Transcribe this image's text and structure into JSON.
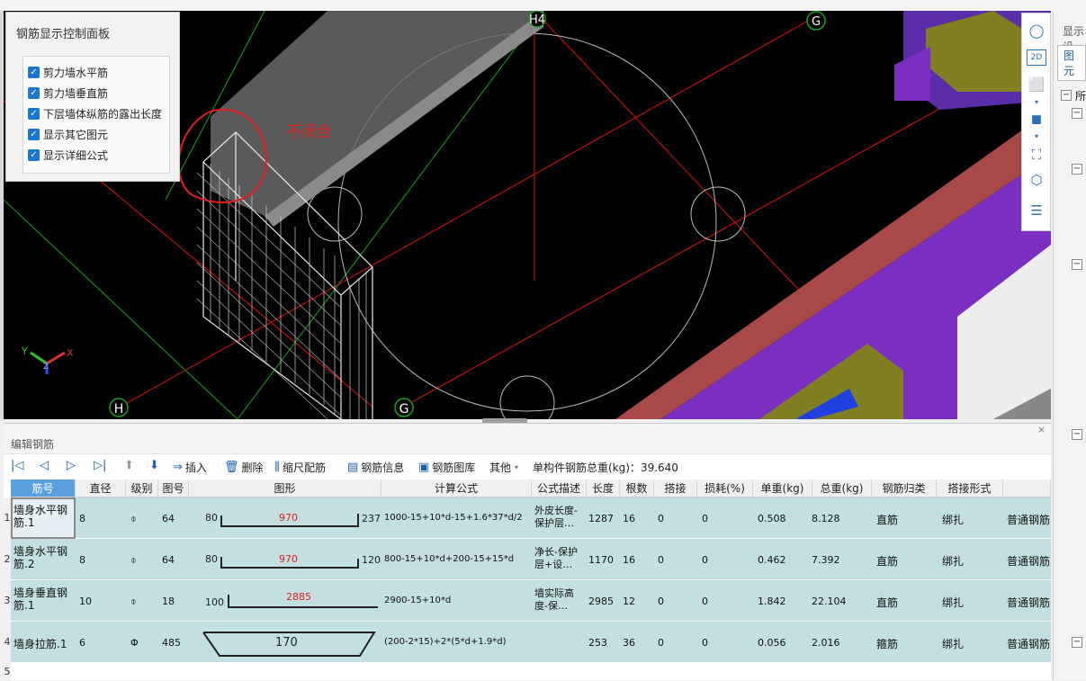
{
  "viewport": {
    "axis_labels": {
      "top_center": "H4",
      "top_right": "G",
      "bottom_left": "H",
      "bottom_mid": "G"
    },
    "axis_triad": {
      "x": "X",
      "y": "Y",
      "z": "Z"
    },
    "annotation": "不闭合"
  },
  "display_panel": {
    "title": "钢筋显示控制面板",
    "options": [
      {
        "label": "剪力墙水平筋",
        "checked": true
      },
      {
        "label": "剪力墙垂直筋",
        "checked": true
      },
      {
        "label": "下层墙体纵筋的露出长度",
        "checked": true
      },
      {
        "label": "显示其它图元",
        "checked": true
      },
      {
        "label": "显示详细公式",
        "checked": true
      }
    ]
  },
  "view_toolbar": {
    "icons": [
      "orbit-icon",
      "view-2d-icon",
      "view-3d-icon",
      "view-3d-solid-icon",
      "fit-frame-icon",
      "rebar-3d-icon",
      "rebar-report-icon"
    ],
    "label_2d": "2D"
  },
  "right_panel": {
    "tab1": "显示设",
    "tab2": "图元",
    "tree_root": "所",
    "expanders": [
      "−",
      "−",
      "−",
      "−",
      "−",
      "−"
    ]
  },
  "editor": {
    "title": "编辑钢筋",
    "close": "×",
    "toolbar": {
      "insert": "插入",
      "delete": "删除",
      "scale": "缩尺配筋",
      "info": "钢筋信息",
      "library": "钢筋图库",
      "other": "其他",
      "total_label": "单构件钢筋总重(kg)：",
      "total_value": "39.640"
    },
    "columns": [
      "筋号",
      "直径(mm)",
      "级别",
      "图号",
      "图形",
      "计算公式",
      "公式描述",
      "长度",
      "根数",
      "搭接",
      "损耗(%)",
      "单重(kg)",
      "总重(kg)",
      "钢筋归类",
      "搭接形式"
    ],
    "rows": [
      {
        "no": "1",
        "name": "墙身水平钢筋.1",
        "dia": "8",
        "grade": "⌽",
        "fig": "64",
        "left": "80",
        "mid": "970",
        "right": "237",
        "formula": "1000-15+10*d-15+1.6*37*d/2",
        "desc": "外皮长度-保护层…",
        "len": "1287",
        "count": "16",
        "lap": "0",
        "loss": "0",
        "unit": "0.508",
        "total": "8.128",
        "cat": "直筋",
        "lapform": "绑扎",
        "type": "普通钢筋"
      },
      {
        "no": "2",
        "name": "墙身水平钢筋.2",
        "dia": "8",
        "grade": "⌽",
        "fig": "64",
        "left": "80",
        "mid": "970",
        "right": "120",
        "formula": "800-15+10*d+200-15+15*d",
        "desc": "净长-保护层+设…",
        "len": "1170",
        "count": "16",
        "lap": "0",
        "loss": "0",
        "unit": "0.462",
        "total": "7.392",
        "cat": "直筋",
        "lapform": "绑扎",
        "type": "普通钢筋"
      },
      {
        "no": "3",
        "name": "墙身垂直钢筋.1",
        "dia": "10",
        "grade": "⌽",
        "fig": "18",
        "left": "100",
        "mid": "2885",
        "right": "",
        "formula": "2900-15+10*d",
        "desc": "墙实际高度-保…",
        "len": "2985",
        "count": "12",
        "lap": "0",
        "loss": "0",
        "unit": "1.842",
        "total": "22.104",
        "cat": "直筋",
        "lapform": "绑扎",
        "type": "普通钢筋"
      },
      {
        "no": "4",
        "name": "墙身拉筋.1",
        "dia": "6",
        "grade": "Φ",
        "fig": "485",
        "left": "",
        "mid": "170",
        "right": "",
        "formula": "(200-2*15)+2*(5*d+1.9*d)",
        "desc": "",
        "len": "253",
        "count": "36",
        "lap": "0",
        "loss": "0",
        "unit": "0.056",
        "total": "2.016",
        "cat": "箍筋",
        "lapform": "绑扎",
        "type": "普通钢筋"
      }
    ],
    "extra_row": "5"
  },
  "colors": {
    "accent": "#1976d2",
    "row_bg": "#c4dfe1",
    "header_sel": "#5aa0dc",
    "annotation": "#e02020"
  }
}
